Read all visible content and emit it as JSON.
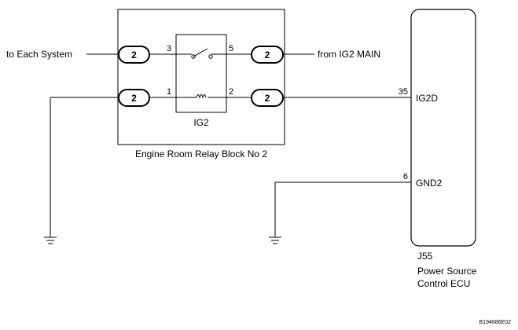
{
  "labels": {
    "to_each_system": "to Each System",
    "from_ig2_main": "from IG2 MAIN",
    "relay_name": "IG2",
    "relay_block": "Engine Room Relay Block No 2",
    "ecu_code": "J55",
    "ecu_name_line1": "Power Source",
    "ecu_name_line2": "Control ECU",
    "figure_code": "B194686E02"
  },
  "connector_number": "2",
  "relay_pins": {
    "p3": "3",
    "p5": "5",
    "p1": "1",
    "p2": "2"
  },
  "ecu_pins": {
    "ig2d_num": "35",
    "ig2d_name": "IG2D",
    "gnd2_num": "6",
    "gnd2_name": "GND2"
  }
}
